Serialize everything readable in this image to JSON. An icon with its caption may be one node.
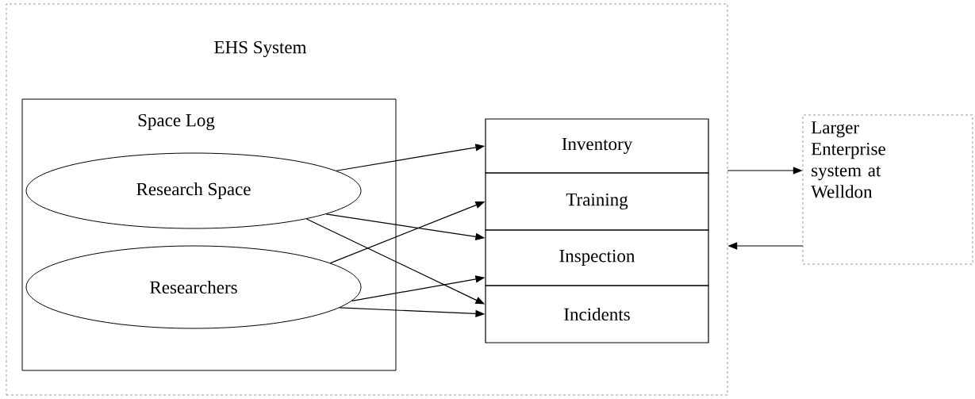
{
  "diagram": {
    "nodes": [
      {
        "text": [
          "EHS System"
        ]
      },
      {
        "text": [
          "Space Log"
        ],
        "in": 0
      },
      {
        "text": [
          "Research Space"
        ],
        "in": 1
      },
      {
        "text": [
          "Researchers"
        ],
        "in": 1
      },
      {
        "text": [
          "Inventory"
        ],
        "in": 0
      },
      {
        "text": [
          "Training"
        ],
        "in": 0
      },
      {
        "text": [
          "Inspection"
        ],
        "in": 0
      },
      {
        "text": [
          "Incidents"
        ],
        "in": 0
      },
      {
        "text": [
          "Larger Enterprise system at Welldon"
        ]
      }
    ],
    "edges": [
      {
        "from": 2,
        "to": 4,
        "arrow": "to"
      },
      {
        "from": 2,
        "to": 6,
        "arrow": "to"
      },
      {
        "from": 2,
        "to": 7,
        "arrow": "to"
      },
      {
        "from": 3,
        "to": 5,
        "arrow": "to"
      },
      {
        "from": 3,
        "to": 6,
        "arrow": "to"
      },
      {
        "from": 3,
        "to": 7,
        "arrow": "to"
      },
      {
        "from": 0,
        "to": 8,
        "arrow": "to"
      },
      {
        "from": 8,
        "to": 0,
        "arrow": "to"
      }
    ]
  }
}
